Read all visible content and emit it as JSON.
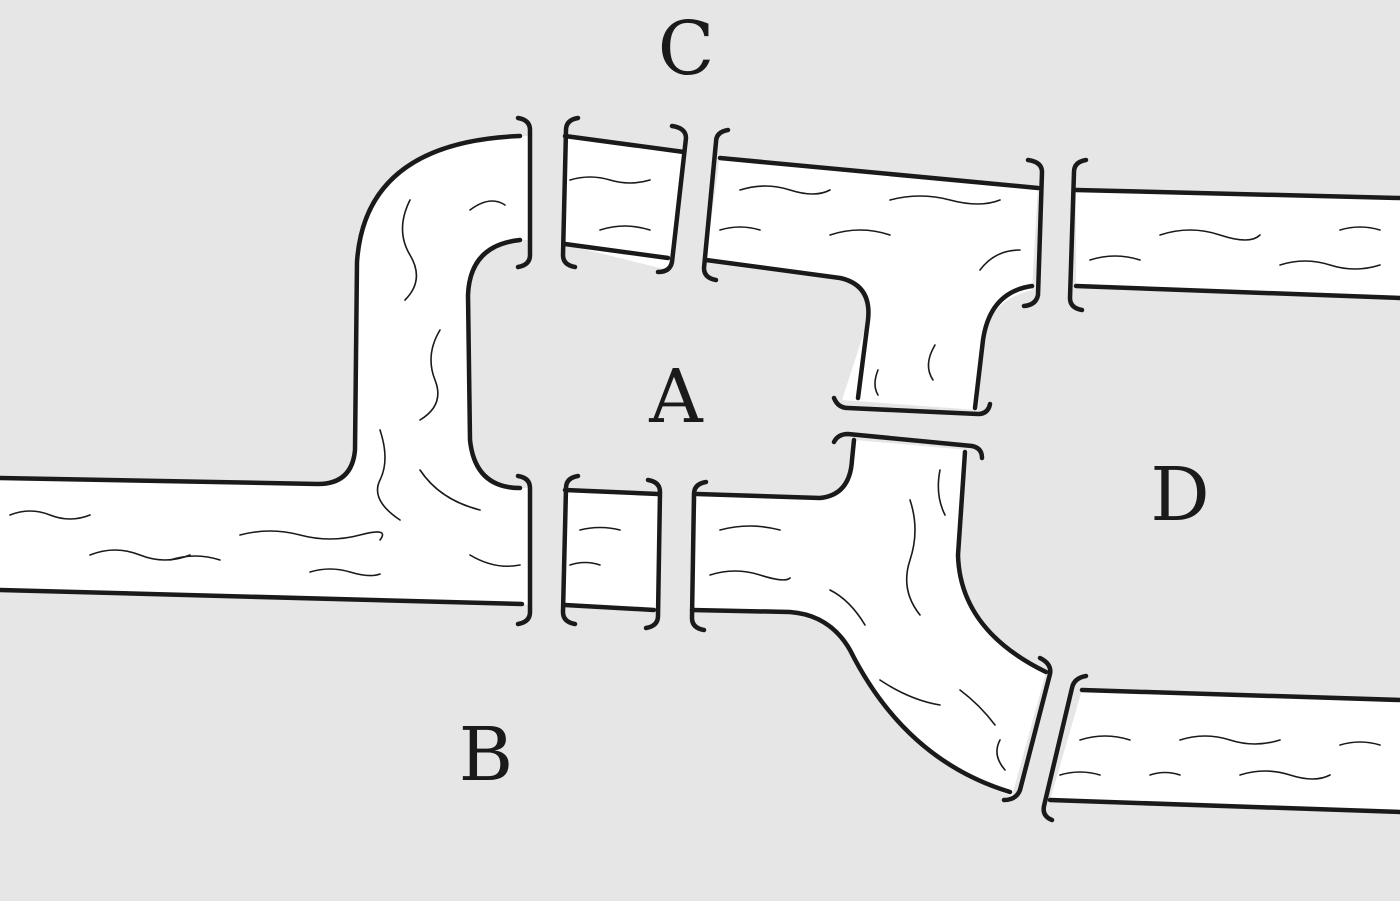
{
  "colors": {
    "background": "#e6e6e6",
    "pipe_fill": "#ffffff",
    "ink": "#1a1a1a"
  },
  "labels": {
    "top_region": "C",
    "center_region": "A",
    "right_region": "D",
    "bottom_region": "B"
  }
}
